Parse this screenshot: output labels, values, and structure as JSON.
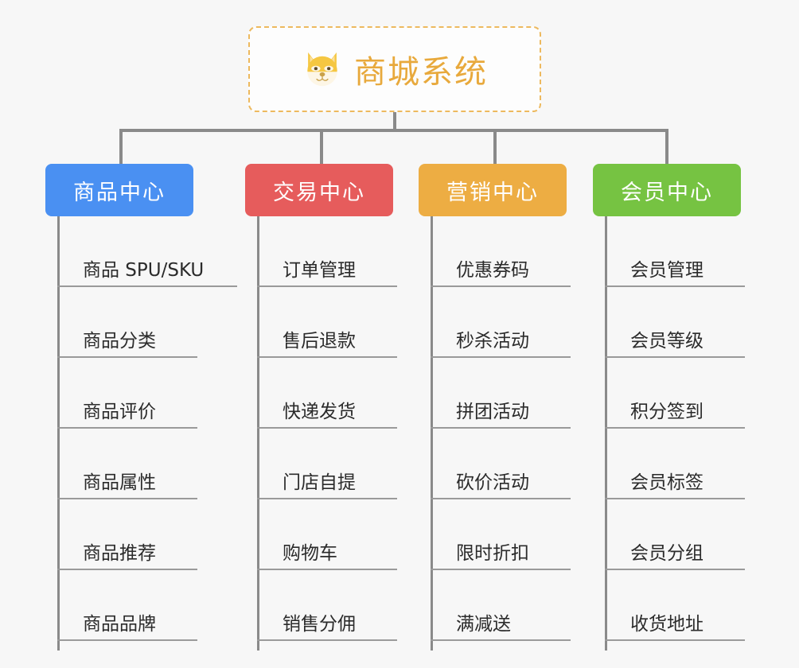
{
  "diagram": {
    "title": "商城系统",
    "root": {
      "label": "商城系统",
      "icon": "shiba-dog-face-icon",
      "border_color": "#edb95e",
      "text_color": "#e8a93c",
      "background": "#fdfdfd"
    },
    "background_color": "#f7f7f7",
    "connector_color": "#8a8a8a",
    "categories": [
      {
        "label": "商品中心",
        "color": "#4a90f2",
        "items": [
          "商品 SPU/SKU",
          "商品分类",
          "商品评价",
          "商品属性",
          "商品推荐",
          "商品品牌"
        ]
      },
      {
        "label": "交易中心",
        "color": "#e65c5c",
        "items": [
          "订单管理",
          "售后退款",
          "快递发货",
          "门店自提",
          "购物车",
          "销售分佣"
        ]
      },
      {
        "label": "营销中心",
        "color": "#edad43",
        "items": [
          "优惠券码",
          "秒杀活动",
          "拼团活动",
          "砍价活动",
          "限时折扣",
          "满减送"
        ]
      },
      {
        "label": "会员中心",
        "color": "#76c342",
        "items": [
          "会员管理",
          "会员等级",
          "积分签到",
          "会员标签",
          "会员分组",
          "收货地址"
        ]
      }
    ]
  }
}
